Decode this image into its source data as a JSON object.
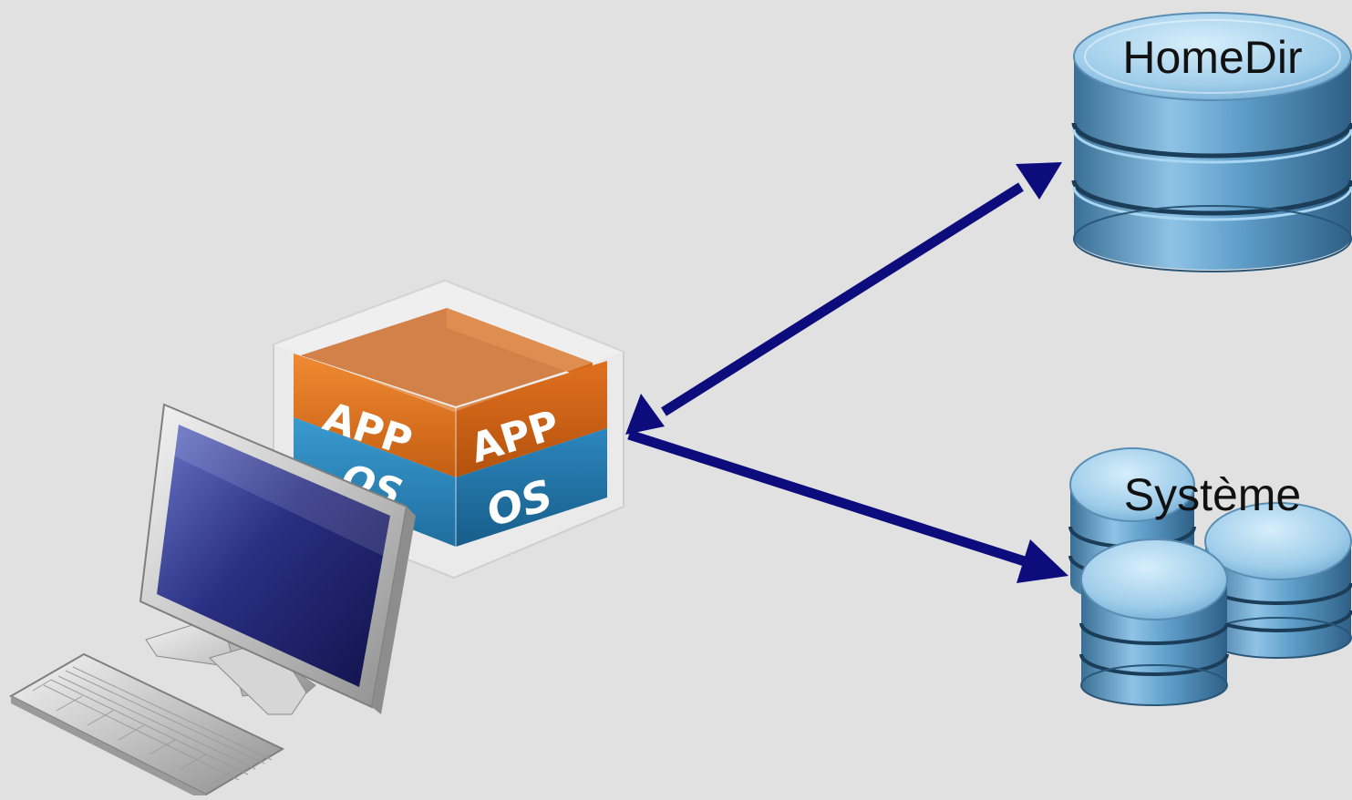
{
  "diagram": {
    "storage": {
      "home": {
        "label": "HomeDir"
      },
      "system": {
        "label": "Système"
      }
    },
    "vm_box": {
      "app_left": "APP",
      "app_right": "APP",
      "os_left": "OS",
      "os_right": "OS"
    },
    "connections": [
      {
        "from": "vm-box",
        "to": "homedir-database",
        "direction": "bidirectional"
      },
      {
        "from": "vm-box",
        "to": "system-database",
        "direction": "to"
      }
    ],
    "colors": {
      "background": "#e1e1e1",
      "arrow": "#0c0c7c",
      "app_orange": "#e2741c",
      "os_blue": "#2a88bf",
      "db_blue": "#5d9dc9"
    },
    "icons": [
      "computer-icon",
      "keyboard-icon",
      "vm-box-icon",
      "database-icon"
    ]
  }
}
